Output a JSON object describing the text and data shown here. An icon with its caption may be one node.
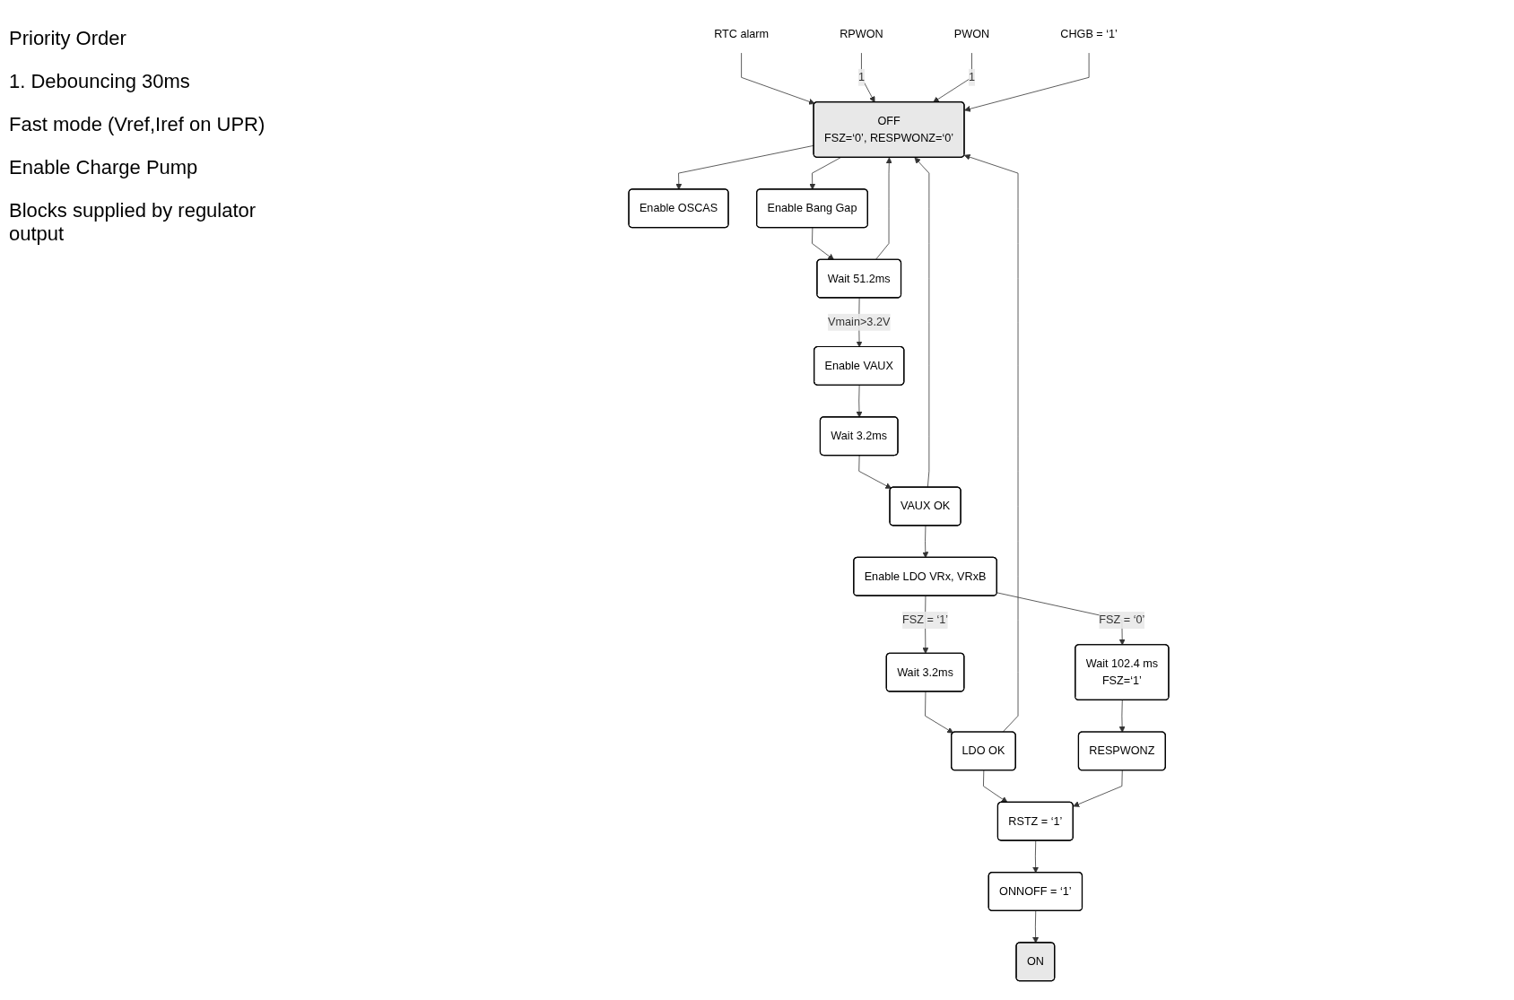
{
  "diagram": {
    "nodes": [
      {
        "text": [
          "OFF",
          "FSZ=‘0’, RESPWONZ=‘0’"
        ]
      },
      {
        "text": [
          "RTC alarm"
        ]
      },
      {
        "text": [
          "RPWON"
        ]
      },
      {
        "text": [
          "PWON"
        ]
      },
      {
        "text": [
          "CHGB = ‘1’"
        ]
      },
      {
        "text": [
          "Enable OSCAS"
        ]
      },
      {
        "text": [
          "Enable Bang Gap"
        ]
      },
      {
        "text": [
          "Wait 51.2ms"
        ]
      },
      {
        "text": [
          "Enable VAUX"
        ]
      },
      {
        "text": [
          "Wait 3.2ms"
        ]
      },
      {
        "text": [
          "VAUX OK"
        ]
      },
      {
        "text": [
          "Enable LDO VRx, VRxB"
        ]
      },
      {
        "text": [
          "Wait 3.2ms"
        ]
      },
      {
        "text": [
          "LDO OK"
        ]
      },
      {
        "text": [
          "Wait 102.4 ms",
          "FSZ=‘1’"
        ]
      },
      {
        "text": [
          "RESPWONZ"
        ]
      },
      {
        "text": [
          "RSTZ = ‘1’"
        ]
      },
      {
        "text": [
          "ONNOFF = ‘1’"
        ]
      },
      {
        "text": [
          "ON"
        ]
      }
    ],
    "edges": [
      {
        "from": 1,
        "to": 0,
        "arrow": "to"
      },
      {
        "from": 2,
        "to": 0,
        "arrow": "to",
        "label": "1"
      },
      {
        "from": 3,
        "to": 0,
        "arrow": "to",
        "label": "1"
      },
      {
        "from": 4,
        "to": 0,
        "arrow": "to"
      },
      {
        "from": 0,
        "to": 5,
        "arrow": "to"
      },
      {
        "from": 0,
        "to": 6,
        "arrow": "to"
      },
      {
        "from": 6,
        "to": 7,
        "arrow": "to"
      },
      {
        "from": 7,
        "to": 8,
        "arrow": "to",
        "label": "Vmain>3.2V"
      },
      {
        "from": 7,
        "to": 0,
        "arrow": "to"
      },
      {
        "from": 8,
        "to": 9,
        "arrow": "to"
      },
      {
        "from": 9,
        "to": 10,
        "arrow": "to"
      },
      {
        "from": 10,
        "to": 11,
        "arrow": "to"
      },
      {
        "from": 10,
        "to": 0,
        "arrow": "to"
      },
      {
        "from": 11,
        "to": 12,
        "arrow": "to",
        "label": "FSZ = ‘1’"
      },
      {
        "from": 11,
        "to": 14,
        "arrow": "to",
        "label": "FSZ = ‘0’"
      },
      {
        "from": 12,
        "to": 13,
        "arrow": "to"
      },
      {
        "from": 13,
        "to": 0,
        "arrow": "to"
      },
      {
        "from": 13,
        "to": 16,
        "arrow": "to"
      },
      {
        "from": 14,
        "to": 15,
        "arrow": "to"
      },
      {
        "from": 15,
        "to": 16,
        "arrow": "to"
      },
      {
        "from": 16,
        "to": 17,
        "arrow": "to"
      },
      {
        "from": 17,
        "to": 18,
        "arrow": "to"
      }
    ],
    "labels": [
      "Priority Order",
      "1. Debouncing 30ms",
      "Fast mode (Vref,Iref on UPR)",
      "Enable Charge Pump",
      "Blocks supplied by regulator output"
    ]
  }
}
